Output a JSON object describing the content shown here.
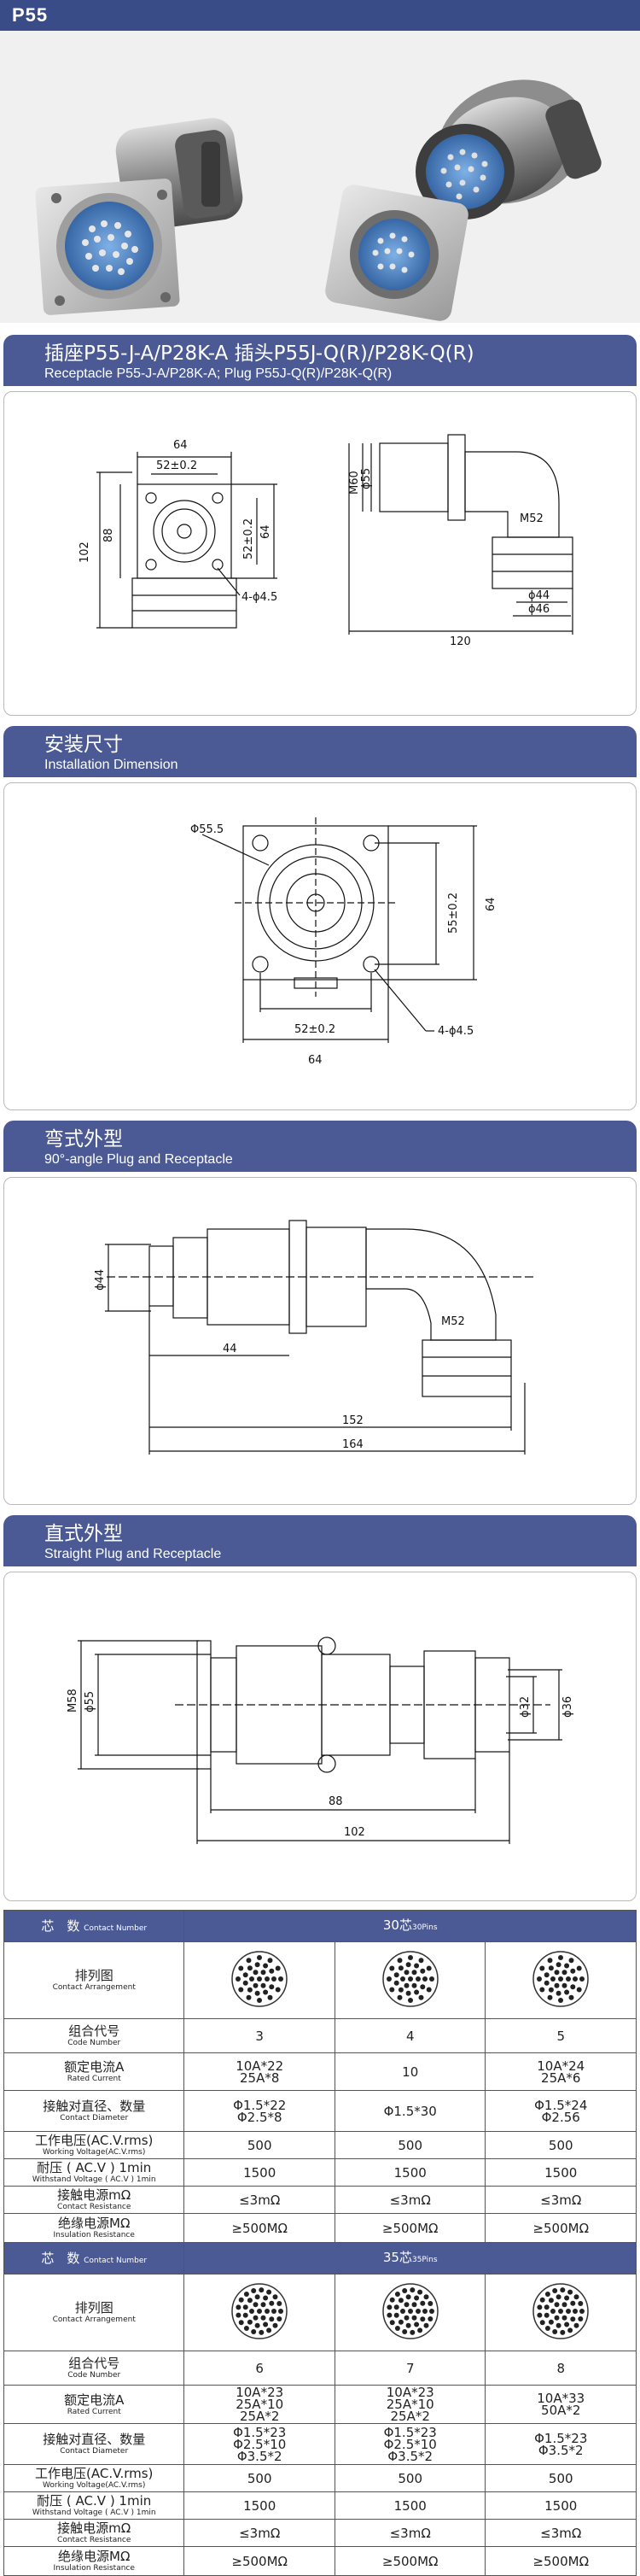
{
  "product_code": "P55",
  "sections": [
    {
      "cn": "插座P55-J-A/P28K-A  插头P55J-Q(R)/P28K-Q(R)",
      "en": "Receptacle P55-J-A/P28K-A; Plug P55J-Q(R)/P28K-Q(R)"
    },
    {
      "cn": "安装尺寸",
      "en": "Installation Dimension"
    },
    {
      "cn": "弯式外型",
      "en": "90°-angle Plug and Receptacle"
    },
    {
      "cn": "直式外型",
      "en": "Straight Plug and Receptacle"
    }
  ],
  "dim1": {
    "w64": "64",
    "w52": "52±0.2",
    "h102": "102",
    "h88": "88",
    "v52": "52±0.2",
    "v64": "64",
    "holes": "4-ϕ4.5",
    "m60": "M60",
    "p55": "ϕ55",
    "m52": "M52",
    "p44": "ϕ44",
    "p46": "ϕ46",
    "l120": "120"
  },
  "dim2": {
    "d555": "Φ55.5",
    "v55": "55±0.2",
    "v64": "64",
    "h52": "52±0.2",
    "h64": "64",
    "holes": "4-ϕ4.5"
  },
  "dim3": {
    "p44": "ϕ44",
    "m52": "M52",
    "l44": "44",
    "l152": "152",
    "l164": "164"
  },
  "dim4": {
    "m58": "M58",
    "p55": "ϕ55",
    "p32": "ϕ32",
    "p36": "ϕ36",
    "l88": "88",
    "l102": "102"
  },
  "labels": {
    "contact_number": {
      "cn": "芯　数",
      "en": "Contact Number"
    },
    "arrangement": {
      "cn": "排列图",
      "en": "Contact Arrangement"
    },
    "code": {
      "cn": "组合代号",
      "en": "Code Number"
    },
    "current": {
      "cn": "额定电流A",
      "en": "Rated Current"
    },
    "diameter": {
      "cn": "接触对直径、数量",
      "en": "Contact Diameter"
    },
    "voltage": {
      "cn": "工作电压(AC.V.rms)",
      "en": "Working Voltage(AC.V.rms)"
    },
    "withstand": {
      "cn": "耐压 ( AC.V ) 1min",
      "en": "Withstand Voltage ( AC.V ) 1min"
    },
    "resistance": {
      "cn": "接触电源mΩ",
      "en": "Contact Resistance"
    },
    "insulation": {
      "cn": "绝缘电源MΩ",
      "en": "Insulation Resistance"
    }
  },
  "tables": [
    {
      "title_cn": "30芯",
      "title_en": "30Pins",
      "cols": [
        {
          "code": "3",
          "current": [
            "10A*22",
            "25A*8"
          ],
          "diameter": [
            "Φ1.5*22",
            "Φ2.5*8"
          ],
          "voltage": "500",
          "withstand": "1500",
          "resistance": "≤3mΩ",
          "insulation": "≥500MΩ"
        },
        {
          "code": "4",
          "current": [
            "10"
          ],
          "diameter": [
            "Φ1.5*30"
          ],
          "voltage": "500",
          "withstand": "1500",
          "resistance": "≤3mΩ",
          "insulation": "≥500MΩ"
        },
        {
          "code": "5",
          "current": [
            "10A*24",
            "25A*6"
          ],
          "diameter": [
            "Φ1.5*24",
            "Φ2.56"
          ],
          "voltage": "500",
          "withstand": "1500",
          "resistance": "≤3mΩ",
          "insulation": "≥500MΩ"
        }
      ]
    },
    {
      "title_cn": "35芯",
      "title_en": "35Pins",
      "cols": [
        {
          "code": "6",
          "current": [
            "10A*23",
            "25A*10",
            "25A*2"
          ],
          "diameter": [
            "Φ1.5*23",
            "Φ2.5*10",
            "Φ3.5*2"
          ],
          "voltage": "500",
          "withstand": "1500",
          "resistance": "≤3mΩ",
          "insulation": "≥500MΩ"
        },
        {
          "code": "7",
          "current": [
            "10A*23",
            "25A*10",
            "25A*2"
          ],
          "diameter": [
            "Φ1.5*23",
            "Φ2.5*10",
            "Φ3.5*2"
          ],
          "voltage": "500",
          "withstand": "1500",
          "resistance": "≤3mΩ",
          "insulation": "≥500MΩ"
        },
        {
          "code": "8",
          "current": [
            "10A*33",
            "50A*2"
          ],
          "diameter": [
            "Φ1.5*23",
            "Φ3.5*2"
          ],
          "voltage": "500",
          "withstand": "1500",
          "resistance": "≤3mΩ",
          "insulation": "≥500MΩ"
        }
      ]
    }
  ]
}
